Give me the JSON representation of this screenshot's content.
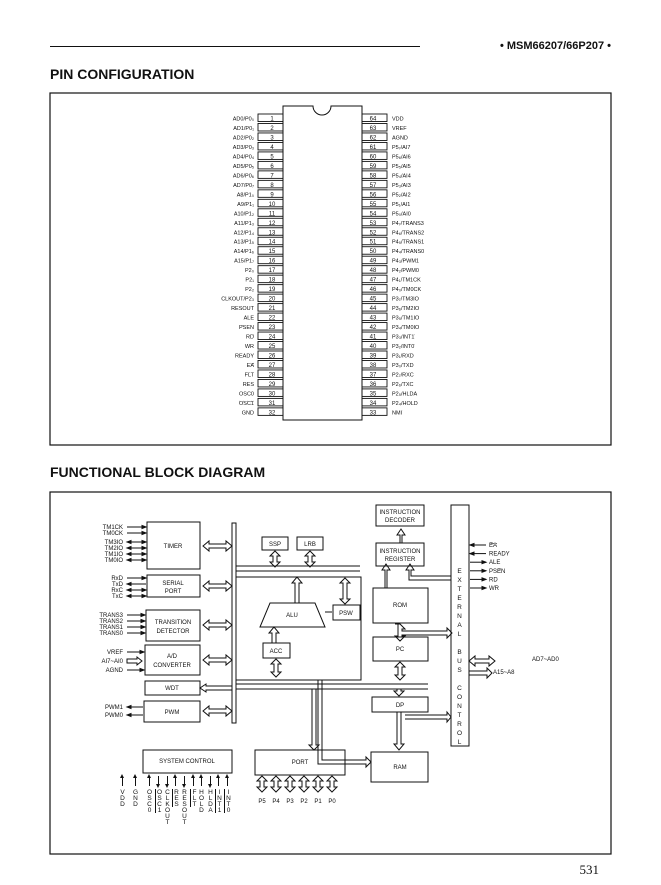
{
  "header": {
    "title": "• MSM66207/66P207 •"
  },
  "pin_section": {
    "title": "PIN CONFIGURATION"
  },
  "left_pins": [
    {
      "n": "1",
      "a": "AD0/P0₀",
      "ov": ""
    },
    {
      "n": "2",
      "a": "AD1/P0₁",
      "ov": ""
    },
    {
      "n": "3",
      "a": "AD2/P0₂",
      "ov": ""
    },
    {
      "n": "4",
      "a": "AD3/P0₃",
      "ov": ""
    },
    {
      "n": "5",
      "a": "AD4/P0₄",
      "ov": ""
    },
    {
      "n": "6",
      "a": "AD5/P0₅",
      "ov": ""
    },
    {
      "n": "7",
      "a": "AD6/P0₆",
      "ov": ""
    },
    {
      "n": "8",
      "a": "AD7/P0₇",
      "ov": ""
    },
    {
      "n": "9",
      "a": "A8/P1₀",
      "ov": ""
    },
    {
      "n": "10",
      "a": "A9/P1₁",
      "ov": ""
    },
    {
      "n": "11",
      "a": "A10/P1₂",
      "ov": ""
    },
    {
      "n": "12",
      "a": "A11/P1₃",
      "ov": ""
    },
    {
      "n": "13",
      "a": "A12/P1₄",
      "ov": ""
    },
    {
      "n": "14",
      "a": "A13/P1₅",
      "ov": ""
    },
    {
      "n": "15",
      "a": "A14/P1₆",
      "ov": ""
    },
    {
      "n": "16",
      "a": "A15/P1₇",
      "ov": ""
    },
    {
      "n": "17",
      "a": "P2₀",
      "ov": ""
    },
    {
      "n": "18",
      "a": "P2₁",
      "ov": ""
    },
    {
      "n": "19",
      "a": "P2₂",
      "ov": ""
    },
    {
      "n": "20",
      "a": "CLKOUT/P2₃",
      "ov": ""
    },
    {
      "n": "21",
      "a": "RESOUT",
      "ov": ""
    },
    {
      "n": "22",
      "a": "ALE",
      "ov": ""
    },
    {
      "n": "23",
      "a": "",
      "ov": "PSEN"
    },
    {
      "n": "24",
      "a": "",
      "ov": "RD"
    },
    {
      "n": "25",
      "a": "",
      "ov": "WR"
    },
    {
      "n": "26",
      "a": "READY",
      "ov": ""
    },
    {
      "n": "27",
      "a": "",
      "ov": "EA"
    },
    {
      "n": "28",
      "a": "",
      "ov": "FLT"
    },
    {
      "n": "29",
      "a": "",
      "ov": "RES"
    },
    {
      "n": "30",
      "a": "OSC0",
      "ov": ""
    },
    {
      "n": "31",
      "a": "",
      "ov": "OSC1"
    },
    {
      "n": "32",
      "a": "GND",
      "ov": ""
    }
  ],
  "right_pins": [
    {
      "n": "64",
      "a": "VDD",
      "ov": ""
    },
    {
      "n": "63",
      "a": "VREF",
      "ov": ""
    },
    {
      "n": "62",
      "a": "AGND",
      "ov": ""
    },
    {
      "n": "61",
      "a": "P5₇/AI7",
      "ov": ""
    },
    {
      "n": "60",
      "a": "P5₆/AI6",
      "ov": ""
    },
    {
      "n": "59",
      "a": "P5₅/AI5",
      "ov": ""
    },
    {
      "n": "58",
      "a": "P5₄/AI4",
      "ov": ""
    },
    {
      "n": "57",
      "a": "P5₃/AI3",
      "ov": ""
    },
    {
      "n": "56",
      "a": "P5₂/AI2",
      "ov": ""
    },
    {
      "n": "55",
      "a": "P5₁/AI1",
      "ov": ""
    },
    {
      "n": "54",
      "a": "P5₀/AI0",
      "ov": ""
    },
    {
      "n": "53",
      "a": "P4₇/TRANS3",
      "ov": ""
    },
    {
      "n": "52",
      "a": "P4₆/TRANS2",
      "ov": ""
    },
    {
      "n": "51",
      "a": "P4₅/TRANS1",
      "ov": ""
    },
    {
      "n": "50",
      "a": "P4₄/TRANS0",
      "ov": ""
    },
    {
      "n": "49",
      "a": "P4₃/PWM1",
      "ov": ""
    },
    {
      "n": "48",
      "a": "P4₂/PWM0",
      "ov": ""
    },
    {
      "n": "47",
      "a": "P4₁/TM1CK",
      "ov": ""
    },
    {
      "n": "46",
      "a": "P4₀/TM0CK",
      "ov": ""
    },
    {
      "n": "45",
      "a": "P3₇/TM3IO",
      "ov": ""
    },
    {
      "n": "44",
      "a": "P3₆/TM2IO",
      "ov": ""
    },
    {
      "n": "43",
      "a": "P3₅/TM1IO",
      "ov": ""
    },
    {
      "n": "42",
      "a": "P3₄/TM0IO",
      "ov": ""
    },
    {
      "n": "41",
      "a": "P3₃/",
      "ov": "INT1"
    },
    {
      "n": "40",
      "a": "P3₂/",
      "ov": "INT0"
    },
    {
      "n": "39",
      "a": "P3₁/RXD",
      "ov": ""
    },
    {
      "n": "38",
      "a": "P3₀/TXD",
      "ov": ""
    },
    {
      "n": "37",
      "a": "P2₇/RXC",
      "ov": ""
    },
    {
      "n": "36",
      "a": "P2₆/TXC",
      "ov": ""
    },
    {
      "n": "35",
      "a": "P2₅/HLDA",
      "ov": ""
    },
    {
      "n": "34",
      "a": "P2₄/HOLD",
      "ov": ""
    },
    {
      "n": "33",
      "a": "",
      "ov": "NMI"
    }
  ],
  "block_section": {
    "title": "FUNCTIONAL BLOCK DIAGRAM"
  },
  "blocks": {
    "timer": "TIMER",
    "serial1": "SERIAL",
    "serial2": "PORT",
    "trans1": "TRANSITION",
    "trans2": "DETECTOR",
    "ad1": "A/D",
    "ad2": "CONVERTER",
    "wdt": "WDT",
    "pwm": "PWM",
    "ssp": "SSP",
    "lrb": "LRB",
    "alu": "ALU",
    "psw": "PSW",
    "acc": "ACC",
    "idec1": "INSTRUCTION",
    "idec2": "DECODER",
    "ireg1": "INSTRUCTION",
    "ireg2": "REGISTER",
    "rom": "ROM",
    "pc": "PC",
    "dp": "DP",
    "ram": "RAM",
    "port": "PORT",
    "sysctl": "SYSTEM CONTROL",
    "ebus": "EXTERNAL BUS CONTROL"
  },
  "left_signals": {
    "timer": [
      "TM1CK",
      "TM0CK",
      "TM3IO",
      "TM2IO",
      "TM1IO",
      "TM0IO"
    ],
    "serial": [
      "RxD",
      "TxD",
      "RxC",
      "TxC"
    ],
    "trans": [
      "TRANS3",
      "TRANS2",
      "TRANS1",
      "TRANS0"
    ],
    "ad": [
      "VREF",
      "AI7~AI0",
      "AGND"
    ],
    "pwm": [
      "PWM1",
      "PWM0"
    ]
  },
  "right_signals": {
    "ctrl": [
      {
        "a": "",
        "ov": "EA"
      },
      {
        "a": "READY",
        "ov": ""
      },
      {
        "a": "ALE",
        "ov": ""
      },
      {
        "a": "",
        "ov": "PSEN"
      },
      {
        "a": "",
        "ov": "RD"
      },
      {
        "a": "",
        "ov": "WR"
      }
    ],
    "ad": "AD7~AD0",
    "a": "A15~A8"
  },
  "bottom_signals": [
    {
      "t": "VDD",
      "ov": false
    },
    {
      "t": "GND",
      "ov": false
    },
    {
      "t": "OSC0",
      "ov": false
    },
    {
      "t": "OSC1",
      "ov": true
    },
    {
      "t": "CLKOUT",
      "ov": false
    },
    {
      "t": "RES",
      "ov": true
    },
    {
      "t": "RESOUT",
      "ov": false
    },
    {
      "t": "FLT",
      "ov": true
    },
    {
      "t": "HOLD",
      "ov": false
    },
    {
      "t": "HLDA",
      "ov": false
    },
    {
      "t": "INT1",
      "ov": true
    },
    {
      "t": "INT0",
      "ov": true
    }
  ],
  "port_signals": [
    "P5",
    "P4",
    "P3",
    "P2",
    "P1",
    "P0"
  ],
  "page_number": "531"
}
